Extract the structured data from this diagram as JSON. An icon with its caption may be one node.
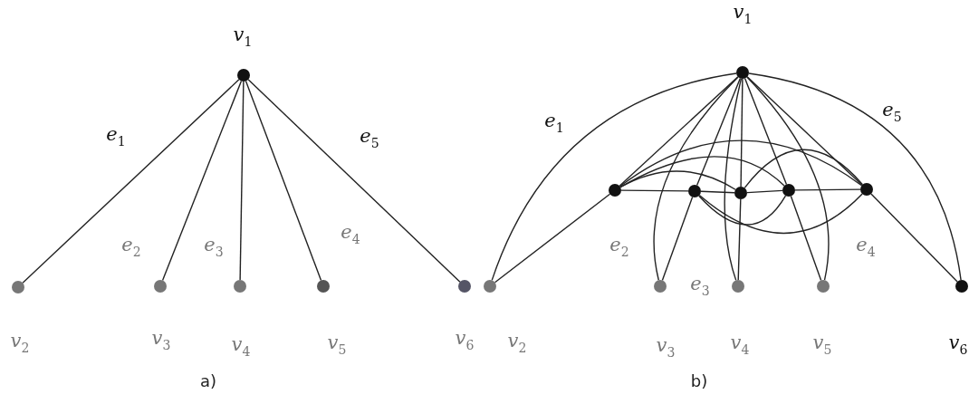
{
  "diagram": {
    "nodes": [
      {
        "text": [],
        "shape": "circle",
        "beside": [
          "v$_{1}$"
        ]
      },
      {
        "text": [],
        "shape": "circle",
        "beside": [
          "v$_{2}$"
        ]
      },
      {
        "text": [],
        "shape": "circle",
        "beside": [
          "v$_{3}$"
        ]
      },
      {
        "text": [],
        "shape": "circle",
        "beside": [
          "v$_{4}$"
        ]
      },
      {
        "text": [],
        "shape": "circle",
        "beside": [
          "v$_{5}$"
        ]
      },
      {
        "text": [],
        "shape": "circle",
        "beside": [
          "v$_{6}$"
        ]
      },
      {
        "text": [],
        "shape": "circle",
        "beside": [
          "v$_{1}$"
        ]
      },
      {
        "text": [],
        "shape": "circle"
      },
      {
        "text": [],
        "shape": "circle"
      },
      {
        "text": [],
        "shape": "circle"
      },
      {
        "text": [],
        "shape": "circle"
      },
      {
        "text": [],
        "shape": "circle"
      },
      {
        "text": [],
        "shape": "circle",
        "beside": [
          "v$_{2}$"
        ]
      },
      {
        "text": [],
        "shape": "circle",
        "beside": [
          "v$_{3}$"
        ]
      },
      {
        "text": [],
        "shape": "circle",
        "beside": [
          "v$_{4}$"
        ]
      },
      {
        "text": [],
        "shape": "circle",
        "beside": [
          "v$_{5}$"
        ]
      },
      {
        "text": [],
        "shape": "circle",
        "beside": [
          "v$_{6}$"
        ]
      }
    ],
    "edges": [
      {
        "from": 0,
        "to": 1,
        "arrow": "none"
      },
      {
        "from": 0,
        "to": 2,
        "arrow": "none"
      },
      {
        "from": 0,
        "to": 3,
        "arrow": "none"
      },
      {
        "from": 0,
        "to": 4,
        "arrow": "none"
      },
      {
        "from": 0,
        "to": 5,
        "arrow": "none"
      },
      {
        "from": 6,
        "to": 7,
        "arrow": "none"
      },
      {
        "from": 6,
        "to": 8,
        "arrow": "none"
      },
      {
        "from": 6,
        "to": 9,
        "arrow": "none"
      },
      {
        "from": 6,
        "to": 10,
        "arrow": "none"
      },
      {
        "from": 6,
        "to": 11,
        "arrow": "none"
      },
      {
        "from": 7,
        "to": 8,
        "arrow": "none"
      },
      {
        "from": 8,
        "to": 9,
        "arrow": "none"
      },
      {
        "from": 9,
        "to": 10,
        "arrow": "none"
      },
      {
        "from": 10,
        "to": 11,
        "arrow": "none"
      },
      {
        "from": 7,
        "to": 12,
        "arrow": "none"
      },
      {
        "from": 8,
        "to": 13,
        "arrow": "none"
      },
      {
        "from": 9,
        "to": 14,
        "arrow": "none"
      },
      {
        "from": 10,
        "to": 15,
        "arrow": "none"
      },
      {
        "from": 11,
        "to": 16,
        "arrow": "none"
      },
      {
        "from": 6,
        "to": 12,
        "arrow": "none"
      },
      {
        "from": 6,
        "to": 16,
        "arrow": "none"
      },
      {
        "from": 6,
        "to": 13,
        "arrow": "none"
      },
      {
        "from": 6,
        "to": 14,
        "arrow": "none"
      },
      {
        "from": 6,
        "to": 15,
        "arrow": "none"
      },
      {
        "from": 7,
        "to": 11,
        "arrow": "none"
      },
      {
        "from": 7,
        "to": 10,
        "arrow": "none"
      },
      {
        "from": 7,
        "to": 9,
        "arrow": "none"
      },
      {
        "from": 8,
        "to": 10,
        "arrow": "none"
      },
      {
        "from": 8,
        "to": 11,
        "arrow": "none"
      },
      {
        "from": 9,
        "to": 11,
        "arrow": "none"
      }
    ],
    "labels": [
      "e$_{1}$",
      "e$_{5}$",
      "e$_{2}$",
      "e$_{3}$",
      "e$_{4}$",
      "a)",
      "e$_{1}$",
      "e$_{5}$",
      "e$_{2}$",
      "e$_{4}$",
      "e$_{3}$",
      "b)"
    ]
  }
}
